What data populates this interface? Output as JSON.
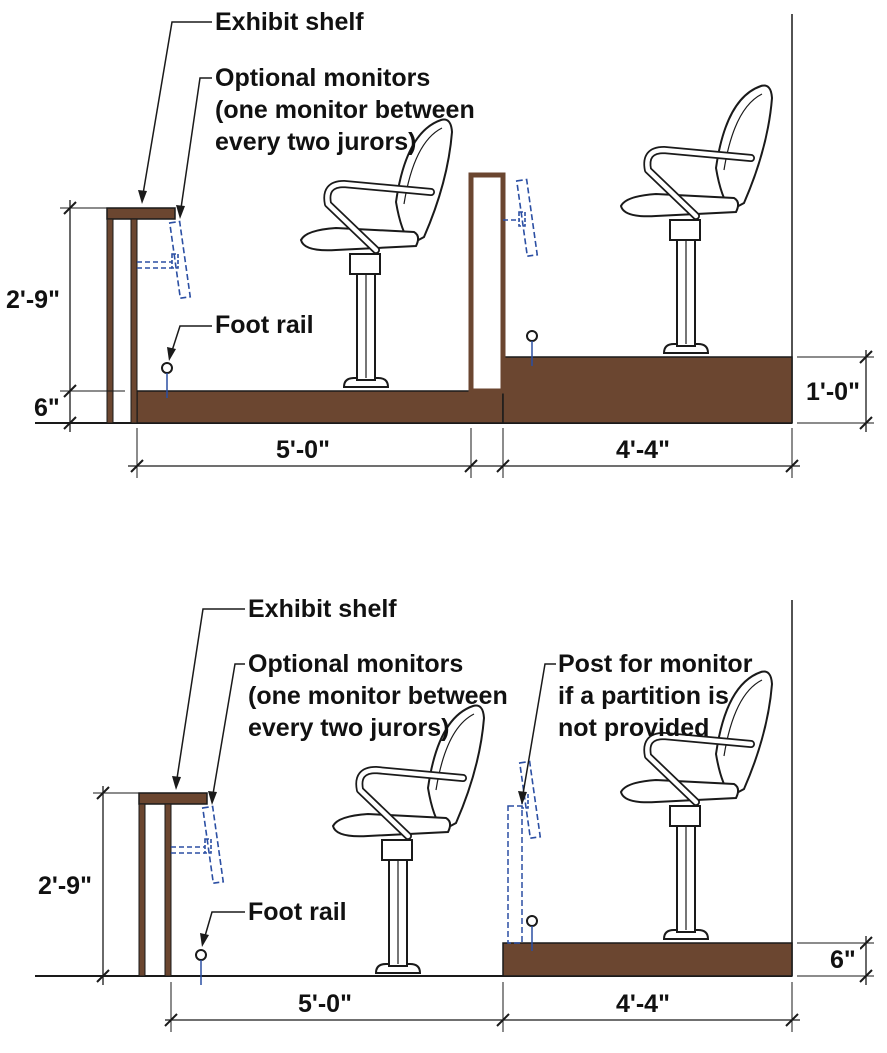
{
  "colors": {
    "wood": "#6b4630",
    "line": "#1a1a1a",
    "monitor": "#2b4fa3",
    "background": "#ffffff"
  },
  "top": {
    "exhibit_shelf": "Exhibit shelf",
    "optional_monitors": [
      "Optional monitors",
      "(one monitor between",
      "every two jurors)"
    ],
    "foot_rail": "Foot rail",
    "dim_height": "2'-9\"",
    "dim_base": "6\"",
    "dim_riser": "1'-0\"",
    "dim_front": "5'-0\"",
    "dim_back": "4'-4\""
  },
  "bottom": {
    "exhibit_shelf": "Exhibit shelf",
    "optional_monitors": [
      "Optional monitors",
      "(one monitor between",
      "every two jurors)"
    ],
    "post_for_monitor": [
      "Post for monitor",
      "if a partition is",
      "not provided"
    ],
    "foot_rail": "Foot rail",
    "dim_height": "2'-9\"",
    "dim_riser": "6\"",
    "dim_front": "5'-0\"",
    "dim_back": "4'-4\""
  }
}
